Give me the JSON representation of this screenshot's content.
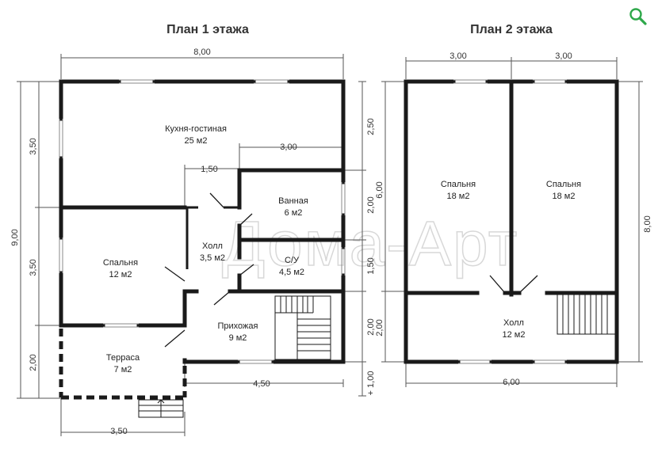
{
  "plan1": {
    "title": "План 1 этажа",
    "dims": {
      "top_width": "8,00",
      "right_a": "2,50",
      "right_b": "2,00",
      "right_c": "1,50",
      "right_d": "2,00",
      "right_e": "+ 1,00",
      "left_total": "9,00",
      "left_a": "3,50",
      "left_b": "3,50",
      "left_c": "2,00",
      "inner_300": "3,00",
      "inner_150": "1,50",
      "bottom_450": "4,50",
      "bottom_350": "3,50"
    },
    "rooms": [
      {
        "name": "Кухня-гостиная",
        "area": "25 м2"
      },
      {
        "name": "Ванная",
        "area": "6 м2"
      },
      {
        "name": "Холл",
        "area": "3,5 м2"
      },
      {
        "name": "Спальня",
        "area": "12 м2"
      },
      {
        "name": "С/У",
        "area": "4,5 м2"
      },
      {
        "name": "Прихожая",
        "area": "9 м2"
      },
      {
        "name": "Терраса",
        "area": "7 м2"
      }
    ]
  },
  "plan2": {
    "title": "План 2 этажа",
    "dims": {
      "top_left": "3,00",
      "top_right": "3,00",
      "left_a": "6,00",
      "left_b": "2,00",
      "right_total": "8,00",
      "bottom_width": "6,00"
    },
    "rooms": [
      {
        "name": "Спальня",
        "area": "18 м2"
      },
      {
        "name": "Спальня",
        "area": "18 м2"
      },
      {
        "name": "Холл",
        "area": "12 м2"
      }
    ]
  },
  "watermark": "Дома-Арт",
  "colors": {
    "wall": "#1a1a1a",
    "dim_line": "#555555",
    "zoom_icon": "#2ea84a"
  },
  "icons": {
    "zoom": "magnifier-icon"
  }
}
